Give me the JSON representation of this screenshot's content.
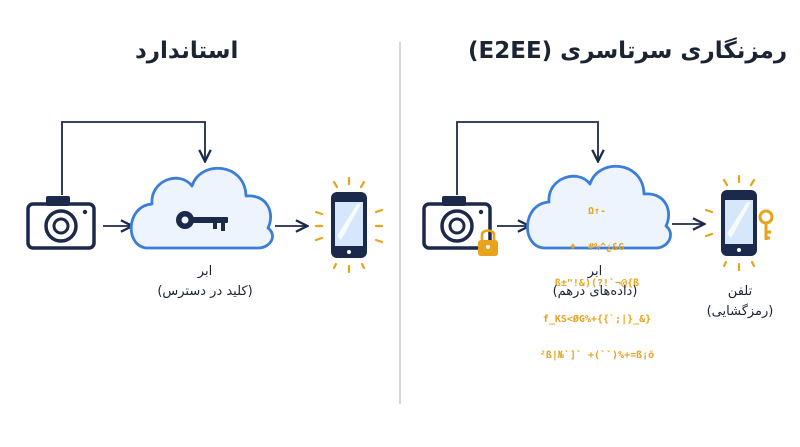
{
  "left_panel": {
    "title": "استاندارد",
    "cloud_label_line1": "ابر",
    "cloud_label_line2": "(کلید در دسترس)"
  },
  "right_panel": {
    "title": "رمزنگاری سرتاسری (E2EE)",
    "cloud_label_line1": "ابر",
    "cloud_label_line2": "(داده‌های درهم)",
    "phone_label_line1": "تلفن",
    "phone_label_line2": "(رمزگشایی)",
    "cipher_lines": [
      "Ω↑-",
      "♦  #%^¿&G",
      "ß±\"!&)(?!`¬@{ß",
      "f_KS<ØG%+{{`;|}_&}",
      "²ß|№`]` +(``)%+=ß¡ö"
    ]
  },
  "colors": {
    "navy": "#1b2a4a",
    "cloud_stroke": "#3b7dd8",
    "accent": "#e8a21c",
    "divider": "#d4d8de"
  },
  "icons": {
    "camera": "camera-icon",
    "cloud": "cloud-icon",
    "key": "key-icon",
    "phone": "phone-icon",
    "lock": "lock-icon"
  }
}
